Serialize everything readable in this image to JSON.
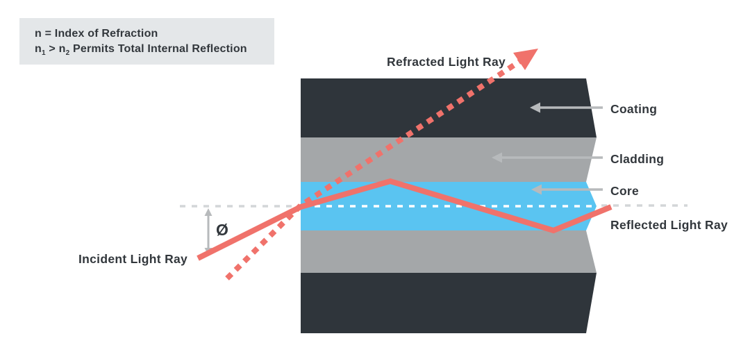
{
  "legend": {
    "line1": "n = Index of Refraction",
    "line2": {
      "n1_base": "n",
      "n1_sub": "1",
      "middle": " > n",
      "n2_sub": "2",
      "rest": " Permits Total Internal Reflection"
    }
  },
  "layer_labels": {
    "coating": "Coating",
    "cladding": "Cladding",
    "core": "Core"
  },
  "annotations": {
    "refracted_ray_label": "Refracted Light Ray",
    "incident_ray_label": "Incident Light Ray",
    "reflected_ray_label": "Reflected Light Ray",
    "angle_symbol": "Ø"
  },
  "layer_stack": [
    {
      "name": "Coating"
    },
    {
      "name": "Cladding"
    },
    {
      "name": "Core"
    },
    {
      "name": "Cladding"
    },
    {
      "name": "Coating"
    }
  ],
  "colors": {
    "coating": "#2f353b",
    "cladding": "#a4a7a9",
    "core": "#5ac4f1",
    "ray": "#f0726b",
    "arrow": "#b7babc",
    "axis_outer": "#d3d6d8",
    "axis_inner": "#ffffff",
    "legend_bg": "#e4e7e9",
    "text": "#32373c"
  }
}
